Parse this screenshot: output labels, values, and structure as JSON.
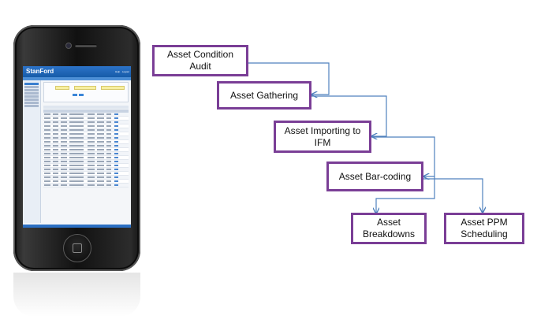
{
  "phone": {
    "app": {
      "brand": "StanFord",
      "header_links": "Help  ·  Logout"
    }
  },
  "diagram": {
    "nodes": [
      {
        "id": "condition-audit",
        "label": "Asset Condition Audit"
      },
      {
        "id": "gathering",
        "label": "Asset Gathering"
      },
      {
        "id": "importing",
        "label": "Asset Importing to IFM"
      },
      {
        "id": "barcoding",
        "label": "Asset Bar-coding"
      },
      {
        "id": "breakdowns",
        "label": "Asset Breakdowns"
      },
      {
        "id": "ppm",
        "label": "Asset PPM Scheduling"
      }
    ],
    "connector_color": "#4f81bd",
    "node_border_color": "#7a3e96"
  }
}
